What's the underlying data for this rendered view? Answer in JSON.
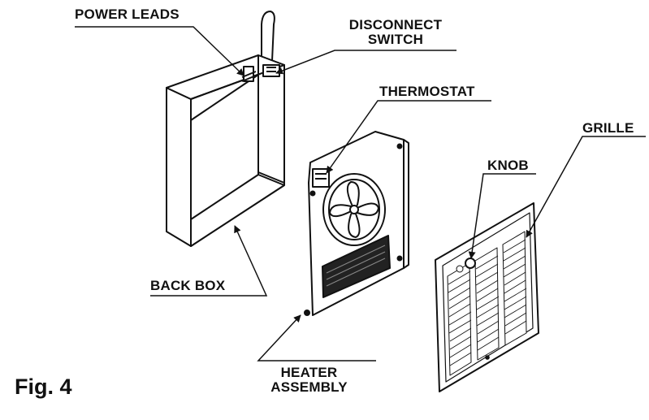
{
  "figure_label": "Fig. 4",
  "labels": {
    "power_leads": "POWER LEADS",
    "disconnect_switch_line1": "DISCONNECT",
    "disconnect_switch_line2": "SWITCH",
    "thermostat": "THERMOSTAT",
    "grille": "GRILLE",
    "knob": "KNOB",
    "back_box": "BACK BOX",
    "heater_assembly_line1": "HEATER",
    "heater_assembly_line2": "ASSEMBLY"
  }
}
